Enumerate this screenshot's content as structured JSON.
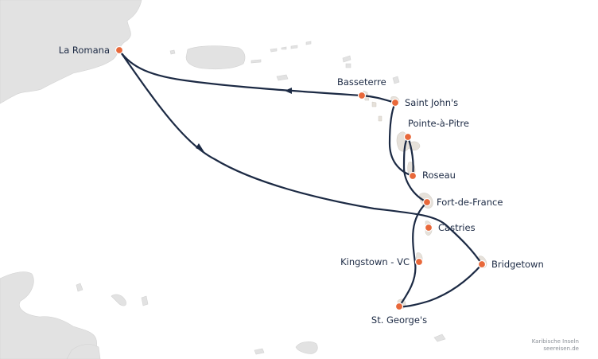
{
  "colors": {
    "land": "#e2e2e2",
    "island": "#e6e1da",
    "route": "#1c2a44",
    "port_marker": "#e8683a",
    "label_text": "#1c2a44",
    "credit_text": "#8a8f96"
  },
  "ports": [
    {
      "id": "la-romana",
      "name": "La Romana"
    },
    {
      "id": "basseterre",
      "name": "Basseterre"
    },
    {
      "id": "saint-johns",
      "name": "Saint John's"
    },
    {
      "id": "pointe-a-pitre",
      "name": "Pointe-à-Pitre"
    },
    {
      "id": "roseau",
      "name": "Roseau"
    },
    {
      "id": "fort-de-france",
      "name": "Fort-de-France"
    },
    {
      "id": "castries",
      "name": "Castries"
    },
    {
      "id": "kingstown",
      "name": "Kingstown - VC"
    },
    {
      "id": "bridgetown",
      "name": "Bridgetown"
    },
    {
      "id": "st-georges",
      "name": "St. George's"
    }
  ],
  "credit": {
    "line1": "Karibische Inseln",
    "line2": "seereisen.de"
  }
}
